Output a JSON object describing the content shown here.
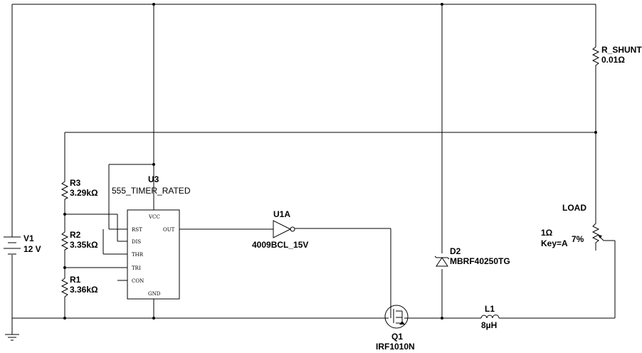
{
  "components": {
    "v1": {
      "ref": "V1",
      "value": "12 V"
    },
    "r_shunt": {
      "ref": "R_SHUNT",
      "value": "0.01Ω"
    },
    "r3": {
      "ref": "R3",
      "value": "3.29kΩ"
    },
    "r2": {
      "ref": "R2",
      "value": "3.35kΩ"
    },
    "r1": {
      "ref": "R1",
      "value": "3.36kΩ"
    },
    "u3": {
      "ref": "U3",
      "part": "555_TIMER_RATED",
      "pins": {
        "vcc": "VCC",
        "rst": "RST",
        "dis": "DIS",
        "thr": "THR",
        "tri": "TRI",
        "con": "CON",
        "out": "OUT",
        "gnd": "GND"
      }
    },
    "u1a": {
      "ref": "U1A",
      "part": "4009BCL_15V"
    },
    "d2": {
      "ref": "D2",
      "part": "MBRF40250TG"
    },
    "q1": {
      "ref": "Q1",
      "part": "IRF1010N"
    },
    "l1": {
      "ref": "L1",
      "value": "8µH"
    },
    "load": {
      "label": "LOAD",
      "value": "1Ω",
      "key": "Key=A",
      "percent": "7%"
    }
  }
}
